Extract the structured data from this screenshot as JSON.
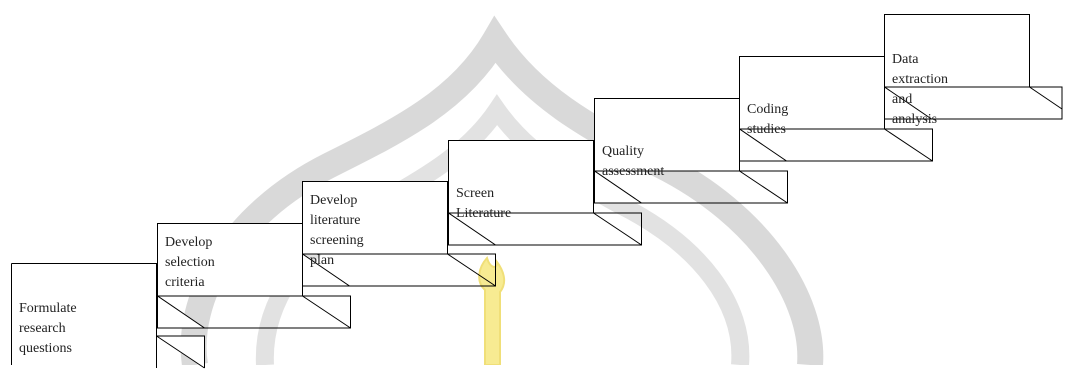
{
  "colors": {
    "stroke": "#000000",
    "fill": "#ffffff",
    "watermark": "#c9c9c9",
    "watermark_accent": "#f7e987"
  },
  "watermark": "university-logo-watermark",
  "steps": [
    {
      "label_lines": [
        "Formulate research",
        "questions"
      ]
    },
    {
      "label_lines": [
        "Develop selection",
        "criteria"
      ]
    },
    {
      "label_lines": [
        "Develop literature",
        "screening plan"
      ]
    },
    {
      "label_lines": [
        "Screen Literature"
      ]
    },
    {
      "label_lines": [
        "Quality assessment"
      ]
    },
    {
      "label_lines": [
        "Coding studies"
      ]
    },
    {
      "label_lines": [
        "Data extraction and",
        "analysis"
      ]
    }
  ]
}
